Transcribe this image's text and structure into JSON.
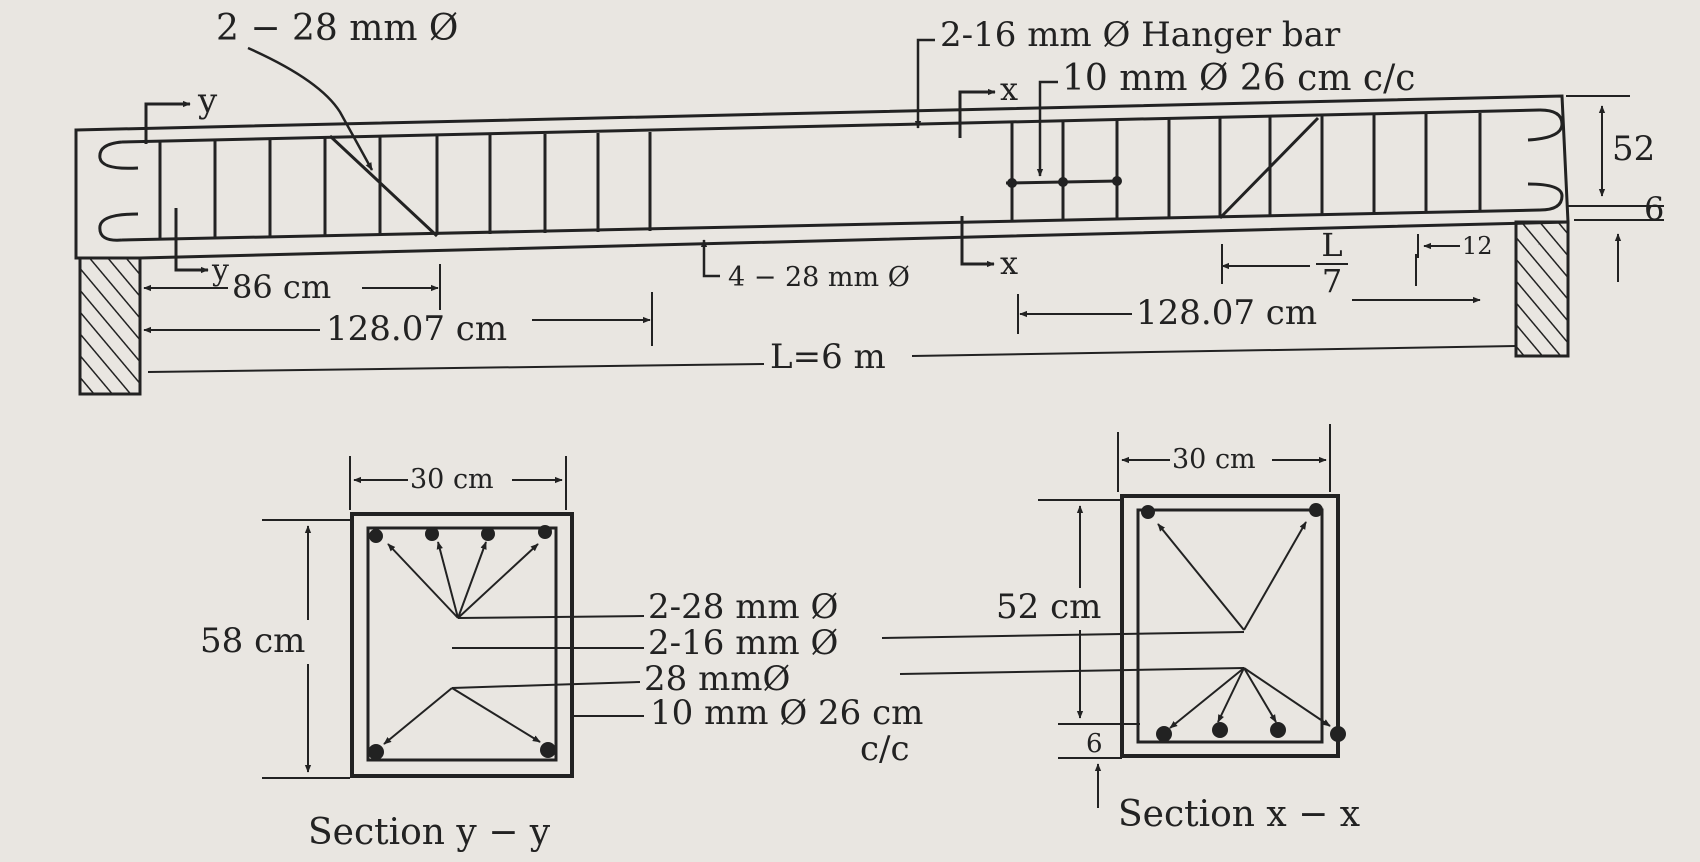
{
  "elevation": {
    "bent_bar_label": "2 − 28 mm Ø",
    "hanger_label": "2-16 mm Ø Hanger bar",
    "stirrup_label": "10 mm Ø 26 cm c/c",
    "bottom_bar_label": "4 − 28 mm Ø",
    "dim_86": "86 cm",
    "dim_left_128": "128.07 cm",
    "dim_right_128": "128.07 cm",
    "dim_span": "L=6 m",
    "dim_12": "12",
    "dim_depth_52": "52",
    "dim_cover_6": "6",
    "frac_num": "L",
    "frac_den": "7",
    "section_mark_y": "y",
    "section_mark_x": "x"
  },
  "section_yy": {
    "width_label": "30 cm",
    "height_label": "58 cm",
    "caption": "Section y − y",
    "callouts": [
      "2-28 mm Ø",
      "2-16 mm Ø",
      "28 mmØ",
      "10 mm Ø 26 cm"
    ],
    "callout_tail": "c/c"
  },
  "section_xx": {
    "width_label": "30 cm",
    "height_label": "52 cm",
    "cover_label": "6",
    "caption": "Section x − x"
  },
  "colors": {
    "ink": "#222222",
    "paper": "#e9e6e1"
  }
}
